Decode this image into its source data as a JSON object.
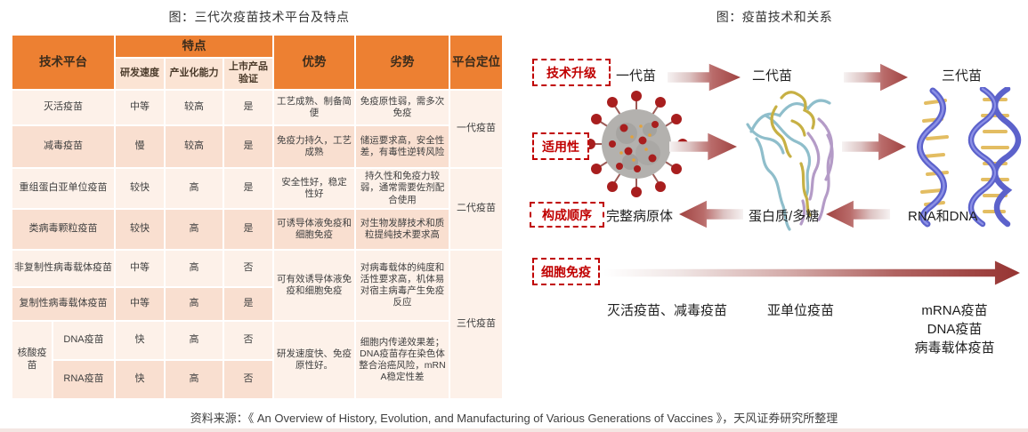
{
  "left_panel": {
    "title": "图：三代次疫苗技术平台及特点",
    "table": {
      "header": {
        "platform": "技术平台",
        "features": "特点",
        "rd_speed": "研发速度",
        "industrialization": "产业化能力",
        "listed_product": "上市产品验证",
        "advantages": "优势",
        "disadvantages": "劣势",
        "positioning": "平台定位"
      },
      "rows": [
        {
          "platform": "灭活疫苗",
          "speed": "中等",
          "industrial": "较高",
          "listed": "是",
          "adv": "工艺成熟、制备简便",
          "disadv": "免疫原性弱，需多次免疫",
          "generation": "一代疫苗"
        },
        {
          "platform": "减毒疫苗",
          "speed": "慢",
          "industrial": "较高",
          "listed": "是",
          "adv": "免疫力持久，工艺成熟",
          "disadv": "储运要求高，安全性差，有毒性逆转风险"
        },
        {
          "platform": "重组蛋白亚单位疫苗",
          "speed": "较快",
          "industrial": "高",
          "listed": "是",
          "adv": "安全性好，稳定 性好",
          "disadv": "持久性和免疫力较弱，通常需要佐剂配合使用",
          "generation": "二代疫苗"
        },
        {
          "platform": "类病毒颗粒疫苗",
          "speed": "较快",
          "industrial": "高",
          "listed": "是",
          "adv": "可诱导体液免疫和细胞免疫",
          "disadv": "对生物发酵技术和质粒提纯技术要求高"
        },
        {
          "platform": "非复制性病毒载体疫苗",
          "speed": "中等",
          "industrial": "高",
          "listed": "否",
          "adv": "可有效诱导体液免疫和细胞免疫",
          "disadv": "对病毒载体的纯度和活性要求高，机体易对宿主病毒产生免疫反应",
          "generation": "三代疫苗"
        },
        {
          "platform": "复制性病毒载体疫苗",
          "speed": "中等",
          "industrial": "高",
          "listed": "是"
        },
        {
          "group": "核酸疫苗",
          "platform": "DNA疫苗",
          "speed": "快",
          "industrial": "高",
          "listed": "否",
          "adv": "研发速度快、免疫原性好。",
          "disadv": "细胞内传递效果差；DNA疫苗存在染色体整合治癌风险，mRNA稳定性差"
        },
        {
          "platform": "RNA疫苗",
          "speed": "快",
          "industrial": "高",
          "listed": "否"
        }
      ]
    }
  },
  "right_panel": {
    "title": "图：疫苗技术和关系",
    "tech_upgrade": {
      "label": "技术升级",
      "gen1": "一代苗",
      "gen2": "二代苗",
      "gen3": "三代苗"
    },
    "applicability": {
      "label": "适用性"
    },
    "composition": {
      "label": "构成顺序",
      "item1": "完整病原体",
      "item2": "蛋白质/多糖",
      "item3": "RNA和DNA"
    },
    "cell_immunity": {
      "label": "细胞免疫",
      "group1": "灭活疫苗、减毒疫苗",
      "group2": "亚单位疫苗",
      "group3_line1": "mRNA疫苗",
      "group3_line2": "DNA疫苗",
      "group3_line3": "病毒载体疫苗"
    },
    "images": {
      "virus": "coronavirus-image",
      "protein": "protein-structure-image",
      "dna": "rna-dna-helix-image"
    }
  },
  "footer": {
    "source": "资料来源：《 An Overview of History, Evolution, and Manufacturing of Various Generations of Vaccines 》，天风证券研究所整理"
  },
  "colors": {
    "header_orange": "#ED8032",
    "row_light": "#FDF1E9",
    "row_dark": "#F9DFD0",
    "subheader_peach": "#FBE4D4",
    "accent_red": "#C00000",
    "arrow_dark_red": "#9E3A38"
  }
}
